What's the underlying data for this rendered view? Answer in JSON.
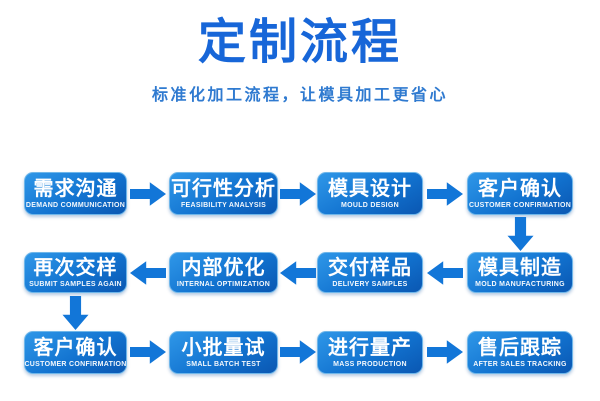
{
  "header": {
    "title": "定制流程",
    "subtitle": "标准化加工流程，让模具加工更省心"
  },
  "colors": {
    "title": "#1766d8",
    "subtitle": "#2f7ad0",
    "arrow": "#1276d8",
    "box-top": "#2f97e8",
    "box-mid": "#1273d0",
    "box-bottom": "#0a57b2",
    "box-border": "#6fb6e9"
  },
  "flow": {
    "rows": [
      {
        "direction": "right",
        "steps": [
          {
            "zh": "需求沟通",
            "en": "DEMAND COMMUNICATION"
          },
          {
            "zh": "可行性分析",
            "en": "FEASIBILITY ANALYSIS"
          },
          {
            "zh": "模具设计",
            "en": "MOULD DESIGN"
          },
          {
            "zh": "客户确认",
            "en": "CUSTOMER CONFIRMATION"
          }
        ]
      },
      {
        "direction": "left",
        "steps": [
          {
            "zh": "再次交样",
            "en": "SUBMIT SAMPLES AGAIN"
          },
          {
            "zh": "内部优化",
            "en": "INTERNAL OPTIMIZATION"
          },
          {
            "zh": "交付样品",
            "en": "DELIVERY SAMPLES"
          },
          {
            "zh": "模具制造",
            "en": "MOLD MANUFACTURING"
          }
        ]
      },
      {
        "direction": "right",
        "steps": [
          {
            "zh": "客户确认",
            "en": "CUSTOMER CONFIRMATION"
          },
          {
            "zh": "小批量试",
            "en": "SMALL BATCH TEST"
          },
          {
            "zh": "进行量产",
            "en": "MASS PRODUCTION"
          },
          {
            "zh": "售后跟踪",
            "en": "AFTER SALES TRACKING"
          }
        ]
      }
    ]
  }
}
